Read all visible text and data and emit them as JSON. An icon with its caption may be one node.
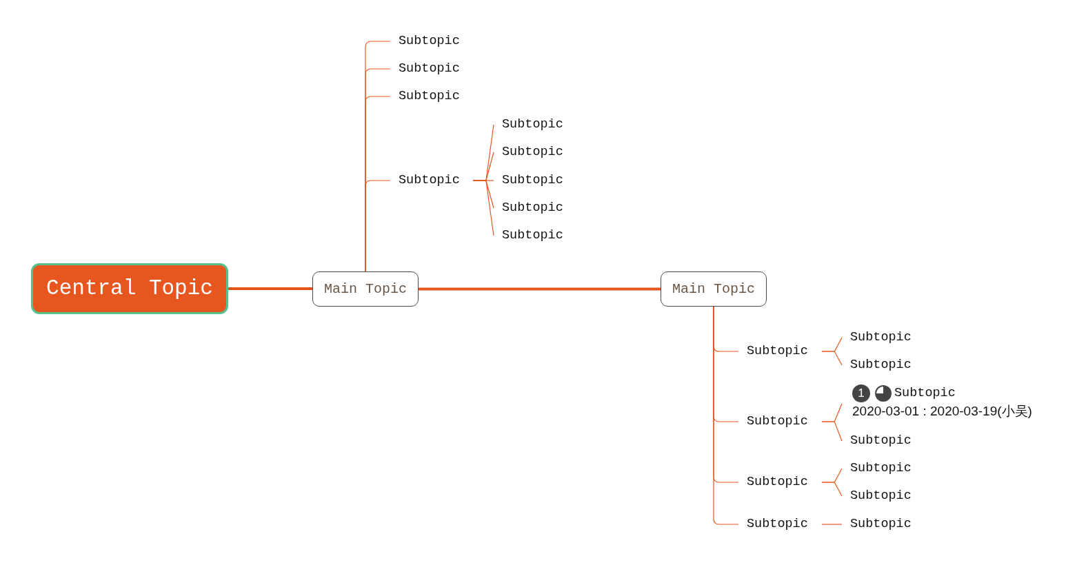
{
  "diagram": {
    "nodes": [
      {
        "text": [
          "Central Topic"
        ]
      },
      {
        "text": [
          "Main Topic"
        ]
      },
      {
        "text": [
          "Subtopic"
        ]
      },
      {
        "text": [
          "Subtopic"
        ]
      },
      {
        "text": [
          "Subtopic"
        ]
      },
      {
        "text": [
          "Subtopic"
        ]
      },
      {
        "text": [
          "Subtopic"
        ]
      },
      {
        "text": [
          "Subtopic"
        ]
      },
      {
        "text": [
          "Subtopic"
        ]
      },
      {
        "text": [
          "Subtopic"
        ]
      },
      {
        "text": [
          "Subtopic"
        ]
      },
      {
        "text": [
          "Main Topic"
        ]
      },
      {
        "text": [
          "Subtopic"
        ]
      },
      {
        "text": [
          "Subtopic"
        ]
      },
      {
        "text": [
          "Subtopic"
        ]
      },
      {
        "text": [
          "Subtopic"
        ]
      },
      {
        "text": [
          "1",
          "Subtopic",
          "2020-03-01 : 2020-03-19(小吴)"
        ]
      },
      {
        "text": [
          "Subtopic"
        ]
      },
      {
        "text": [
          "Subtopic"
        ]
      },
      {
        "text": [
          "Subtopic"
        ]
      },
      {
        "text": [
          "Subtopic"
        ]
      },
      {
        "text": [
          "Subtopic"
        ]
      },
      {
        "text": [
          "Subtopic"
        ]
      }
    ],
    "edges": [
      {
        "from": 0,
        "to": 1,
        "arrow": "none",
        "style": "thick"
      },
      {
        "from": 1,
        "to": 11,
        "arrow": "none",
        "style": "thick"
      },
      {
        "from": 1,
        "to": 2,
        "arrow": "none"
      },
      {
        "from": 1,
        "to": 3,
        "arrow": "none"
      },
      {
        "from": 1,
        "to": 4,
        "arrow": "none"
      },
      {
        "from": 1,
        "to": 5,
        "arrow": "none"
      },
      {
        "from": 5,
        "to": 6,
        "arrow": "none"
      },
      {
        "from": 5,
        "to": 7,
        "arrow": "none"
      },
      {
        "from": 5,
        "to": 8,
        "arrow": "none"
      },
      {
        "from": 5,
        "to": 9,
        "arrow": "none"
      },
      {
        "from": 5,
        "to": 10,
        "arrow": "none"
      },
      {
        "from": 11,
        "to": 12,
        "arrow": "none"
      },
      {
        "from": 11,
        "to": 15,
        "arrow": "none"
      },
      {
        "from": 11,
        "to": 18,
        "arrow": "none"
      },
      {
        "from": 11,
        "to": 21,
        "arrow": "none"
      },
      {
        "from": 12,
        "to": 13,
        "arrow": "none"
      },
      {
        "from": 12,
        "to": 14,
        "arrow": "none"
      },
      {
        "from": 15,
        "to": 16,
        "arrow": "none"
      },
      {
        "from": 15,
        "to": 17,
        "arrow": "none"
      },
      {
        "from": 18,
        "to": 19,
        "arrow": "none"
      },
      {
        "from": 18,
        "to": 20,
        "arrow": "none"
      },
      {
        "from": 21,
        "to": 22,
        "arrow": "none"
      }
    ]
  }
}
